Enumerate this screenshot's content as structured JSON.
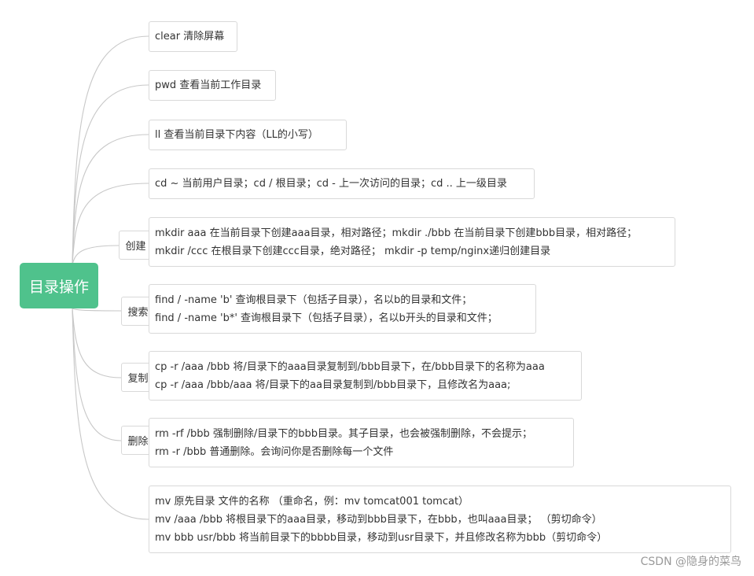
{
  "root": {
    "label": "目录操作"
  },
  "branches": [
    {
      "lines": [
        "clear  清除屏幕"
      ]
    },
    {
      "lines": [
        "pwd 查看当前工作目录"
      ]
    },
    {
      "lines": [
        "ll    查看当前目录下内容（LL的小写）"
      ]
    },
    {
      "lines": [
        "cd ~ 当前用户目录；cd / 根目录；cd - 上一次访问的目录；cd .. 上一级目录"
      ]
    },
    {
      "label": "创建",
      "lines": [
        "mkdir aaa  在当前目录下创建aaa目录，相对路径；mkdir ./bbb  在当前目录下创建bbb目录，相对路径；",
        "mkdir /ccc  在根目录下创建ccc目录，绝对路径；   mkdir -p temp/nginx递归创建目录"
      ]
    },
    {
      "label": "搜索",
      "lines": [
        "find / -name 'b'  查询根目录下（包括子目录），名以b的目录和文件；",
        "find / -name 'b*'  查询根目录下（包括子目录），名以b开头的目录和文件；"
      ]
    },
    {
      "label": "复制",
      "lines": [
        "cp -r /aaa /bbb   将/目录下的aaa目录复制到/bbb目录下，在/bbb目录下的名称为aaa",
        "cp -r /aaa /bbb/aaa  将/目录下的aa目录复制到/bbb目录下，且修改名为aaa;"
      ]
    },
    {
      "label": "删除",
      "lines": [
        "rm -rf /bbb   强制删除/目录下的bbb目录。其子目录，也会被强制删除，不会提示；",
        "rm -r /bbb   普通删除。会询问你是否删除每一个文件"
      ]
    },
    {
      "lines": [
        "mv 原先目录 文件的名称  （重命名，例：mv tomcat001 tomcat）",
        "    mv /aaa /bbb   将根目录下的aaa目录，移动到bbb目录下，在bbb，也叫aaa目录；  （剪切命令）",
        "mv bbb usr/bbb   将当前目录下的bbbb目录，移动到usr目录下，并且修改名称为bbb（剪切命令）"
      ]
    }
  ],
  "watermark": "CSDN @隐身的菜鸟",
  "colors": {
    "root": "#4fc28c",
    "connector": "#c8c8c8",
    "border": "#d9d9d9"
  }
}
